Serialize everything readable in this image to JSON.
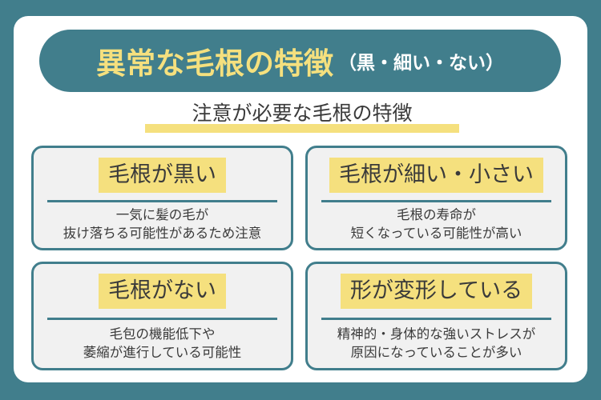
{
  "header": {
    "title": "異常な毛根の特徴",
    "title_suffix": "（黒・細い・ない）"
  },
  "subtitle": "注意が必要な毛根の特徴",
  "colors": {
    "teal": "#417e8c",
    "yellow": "#f5e07e",
    "card_bg": "#f1f1f1",
    "text": "#3a3a3a"
  },
  "cards": [
    {
      "label": "毛根が黒い",
      "lines": [
        "一気に髪の毛が",
        "抜け落ちる可能性があるため注意"
      ]
    },
    {
      "label": "毛根が細い・小さい",
      "lines": [
        "毛根の寿命が",
        "短くなっている可能性が高い"
      ]
    },
    {
      "label": "毛根がない",
      "lines": [
        "毛包の機能低下や",
        "萎縮が進行している可能性"
      ]
    },
    {
      "label": "形が変形している",
      "lines": [
        "精神的・身体的な強いストレスが",
        "原因になっていることが多い"
      ]
    }
  ]
}
